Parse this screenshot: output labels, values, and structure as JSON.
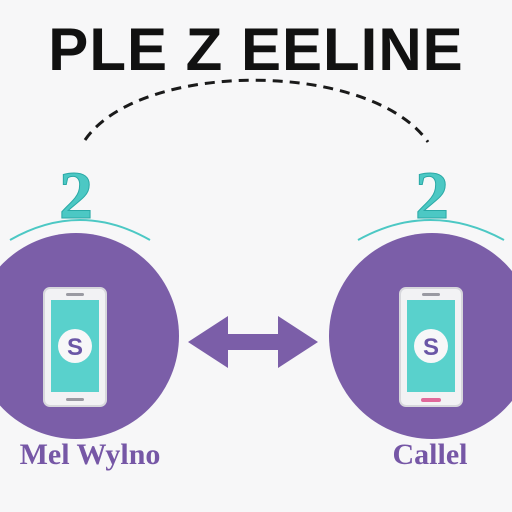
{
  "header": {
    "title": "PLE Z EELINE"
  },
  "left_node": {
    "label": "Mel Wylno",
    "badge_glyph": "S",
    "signal_glyph": "2",
    "icon": "smartphone-icon"
  },
  "right_node": {
    "label": "Callel",
    "badge_glyph": "S",
    "signal_glyph": "2",
    "icon": "smartphone-icon"
  },
  "connector": {
    "icon": "double-arrow-icon"
  },
  "colors": {
    "circle": "#7b5ea8",
    "teal": "#4cc8c4",
    "arrow": "#7b5ea8",
    "title": "#111111",
    "label": "#7657a6"
  }
}
